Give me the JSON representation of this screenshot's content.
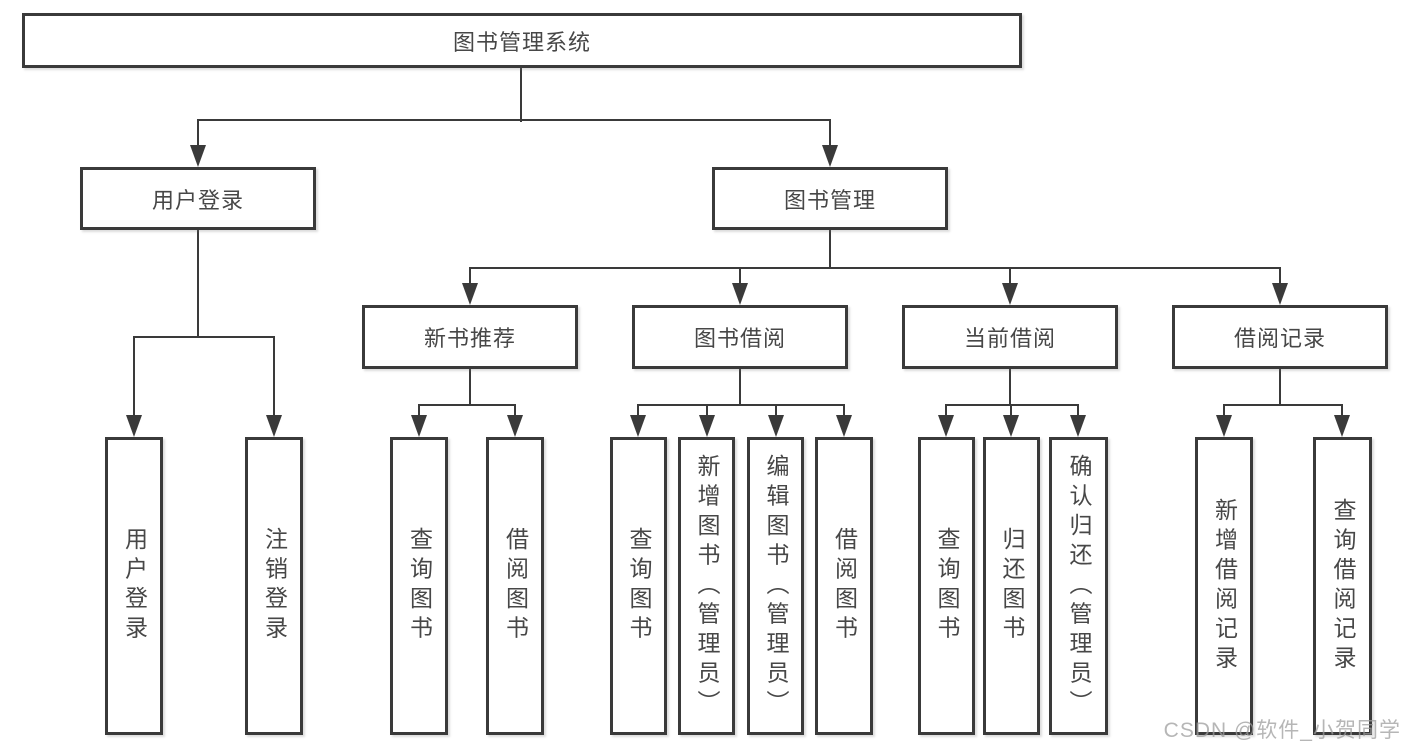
{
  "root": {
    "label": "图书管理系统"
  },
  "login": {
    "label": "用户登录",
    "children": [
      {
        "label": "用户登录"
      },
      {
        "label": "注销登录"
      }
    ]
  },
  "mgmt": {
    "label": "图书管理",
    "sections": [
      {
        "label": "新书推荐",
        "children": [
          {
            "label": "查询图书"
          },
          {
            "label": "借阅图书"
          }
        ]
      },
      {
        "label": "图书借阅",
        "children": [
          {
            "label": "查询图书"
          },
          {
            "label": "新增图书（管理员）"
          },
          {
            "label": "编辑图书（管理员）"
          },
          {
            "label": "借阅图书"
          }
        ]
      },
      {
        "label": "当前借阅",
        "children": [
          {
            "label": "查询图书"
          },
          {
            "label": "归还图书"
          },
          {
            "label": "确认归还（管理员）"
          }
        ]
      },
      {
        "label": "借阅记录",
        "children": [
          {
            "label": "新增借阅记录"
          },
          {
            "label": "查询借阅记录"
          }
        ]
      }
    ]
  },
  "watermark": {
    "text": "CSDN @软件_小贺同学"
  },
  "colors": {
    "line": "#3a3a3a",
    "text": "#474747",
    "watermark": "#9e9e9e",
    "background": "#ffffff"
  }
}
